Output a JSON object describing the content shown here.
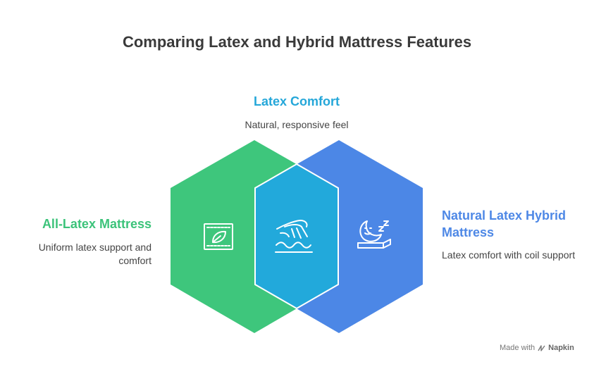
{
  "title": "Comparing Latex and Hybrid Mattress Features",
  "colors": {
    "left": "#3ec67c",
    "center": "#22a9db",
    "right": "#4c87e6",
    "center_text": "#25a7d9",
    "left_text": "#3cc37a",
    "right_text": "#4e88e6"
  },
  "center": {
    "heading": "Latex Comfort",
    "description": "Natural, responsive feel",
    "icon": "hand-touching-surface-icon"
  },
  "left": {
    "heading": "All-Latex Mattress",
    "description": "Uniform latex support and comfort",
    "icon": "eco-leaf-material-icon"
  },
  "right": {
    "heading": "Natural Latex Hybrid Mattress",
    "description": "Latex comfort with coil support",
    "icon": "sleep-moon-mattress-icon"
  },
  "footer": {
    "made_with": "Made with",
    "brand": "Napkin"
  }
}
